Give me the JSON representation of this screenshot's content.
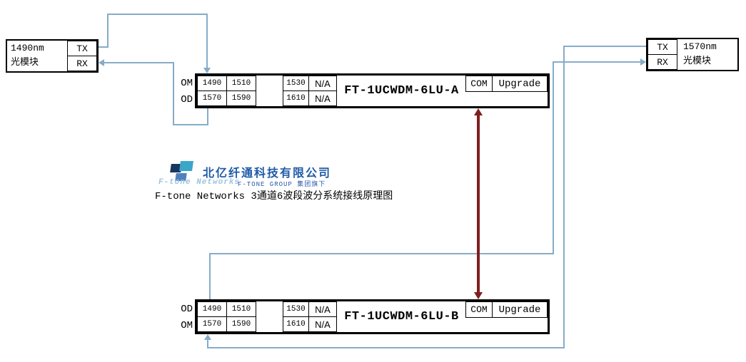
{
  "caption": "F-tone Networks 3通道6波段波分系统接线原理图",
  "logo": {
    "company": "北亿纤通科技有限公司",
    "subtitle": "F-TONE GROUP 集团旗下",
    "watermark": "F-tone Networks"
  },
  "module_left": {
    "wavelength": "1490nm",
    "type": "光模块",
    "tx": "TX",
    "rx": "RX"
  },
  "module_right": {
    "wavelength": "1570nm",
    "type": "光模块",
    "tx": "TX",
    "rx": "RX"
  },
  "device_a": {
    "name": "FT-1UCWDM-6LU-A",
    "label_top": "OM",
    "label_bottom": "OD",
    "row_top": [
      "1490",
      "1510",
      "1530",
      "N/A"
    ],
    "row_bottom": [
      "1570",
      "1590",
      "1610",
      "N/A"
    ],
    "com": "COM",
    "upgrade": "Upgrade"
  },
  "device_b": {
    "name": "FT-1UCWDM-6LU-B",
    "label_top": "OD",
    "label_bottom": "OM",
    "row_top": [
      "1490",
      "1510",
      "1530",
      "N/A"
    ],
    "row_bottom": [
      "1570",
      "1590",
      "1610",
      "N/A"
    ],
    "com": "COM",
    "upgrade": "Upgrade"
  },
  "colors": {
    "wire_blue": "#86ACC8",
    "link_red": "#7E1F1F",
    "logo_blue": "#1F5BA8",
    "logo_teal": "#3AA6C9"
  }
}
